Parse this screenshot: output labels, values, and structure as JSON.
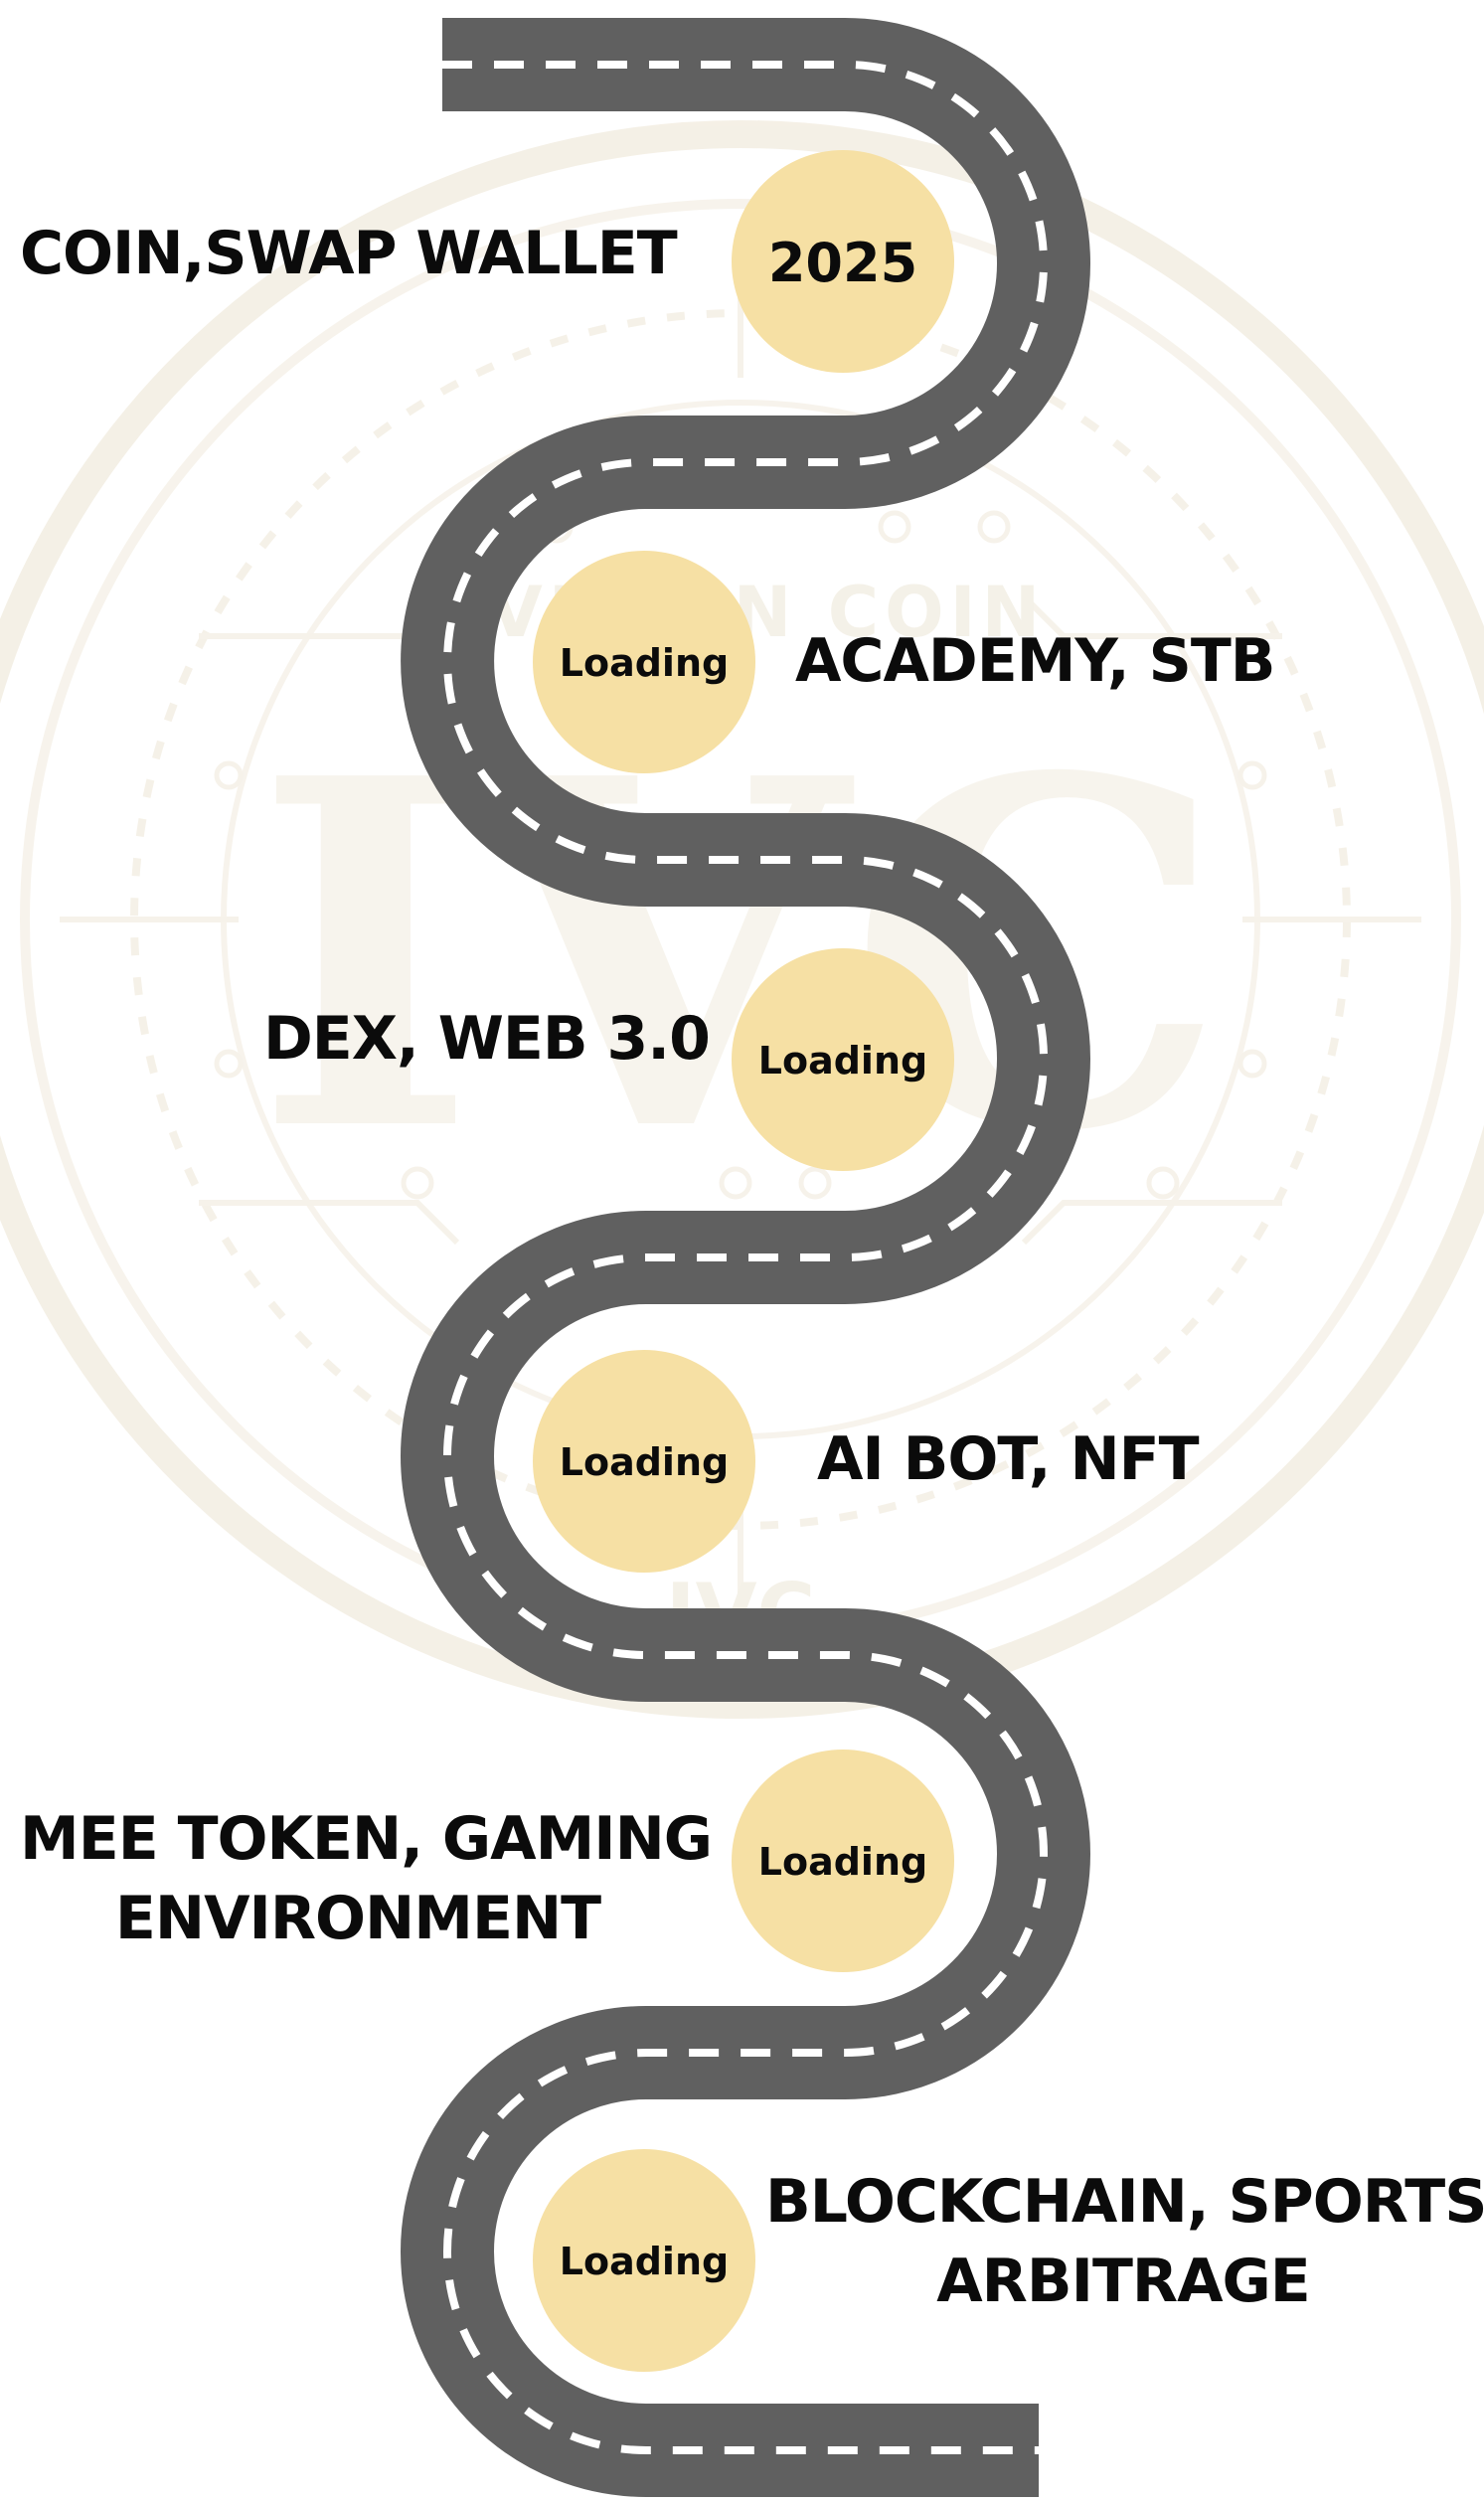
{
  "colors": {
    "road": "#606060",
    "dash": "#ffffff",
    "milestone_fill": "#f6e0a4",
    "text": "#0b0b0b",
    "watermark_stroke": "#ece4d2"
  },
  "watermark": {
    "icon": "ivc-coin-logo-watermark",
    "text_main": "IVC",
    "text_arc": "EVISION COIN",
    "text_bottom": "IVC"
  },
  "milestones": [
    {
      "badge": "2025",
      "label_lines": [
        "COIN,SWAP WALLET"
      ]
    },
    {
      "badge": "Loading",
      "label_lines": [
        "ACADEMY, STB"
      ]
    },
    {
      "badge": "Loading",
      "label_lines": [
        "DEX, WEB 3.0"
      ]
    },
    {
      "badge": "Loading",
      "label_lines": [
        "AI BOT, NFT"
      ]
    },
    {
      "badge": "Loading",
      "label_lines": [
        "MEE TOKEN, GAMING",
        "ENVIRONMENT"
      ]
    },
    {
      "badge": "Loading",
      "label_lines": [
        "BLOCKCHAIN, SPORTS",
        "ARBITRAGE"
      ]
    }
  ]
}
